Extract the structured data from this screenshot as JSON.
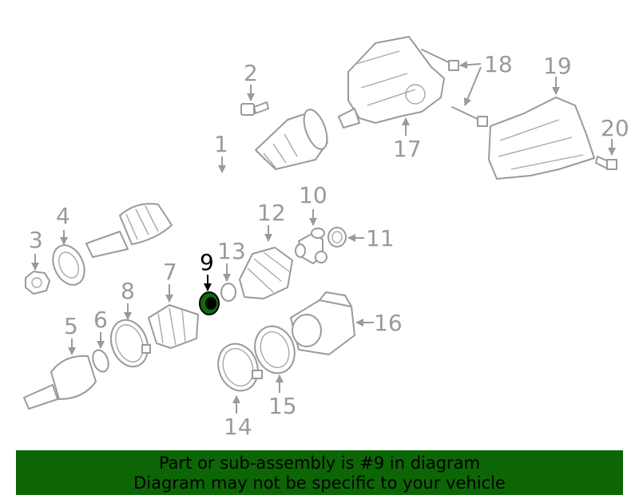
{
  "callouts": {
    "c1": "1",
    "c2": "2",
    "c3": "3",
    "c4": "4",
    "c5": "5",
    "c6": "6",
    "c7": "7",
    "c8": "8",
    "c9": "9",
    "c10": "10",
    "c11": "11",
    "c12": "12",
    "c13": "13",
    "c14": "14",
    "c15": "15",
    "c16": "16",
    "c17": "17",
    "c18": "18",
    "c19": "19",
    "c20": "20"
  },
  "highlight_color": "#0d6605",
  "banner": {
    "line1": "Part or sub-assembly is #9 in diagram",
    "line2": "Diagram may not be specific to your vehicle"
  }
}
